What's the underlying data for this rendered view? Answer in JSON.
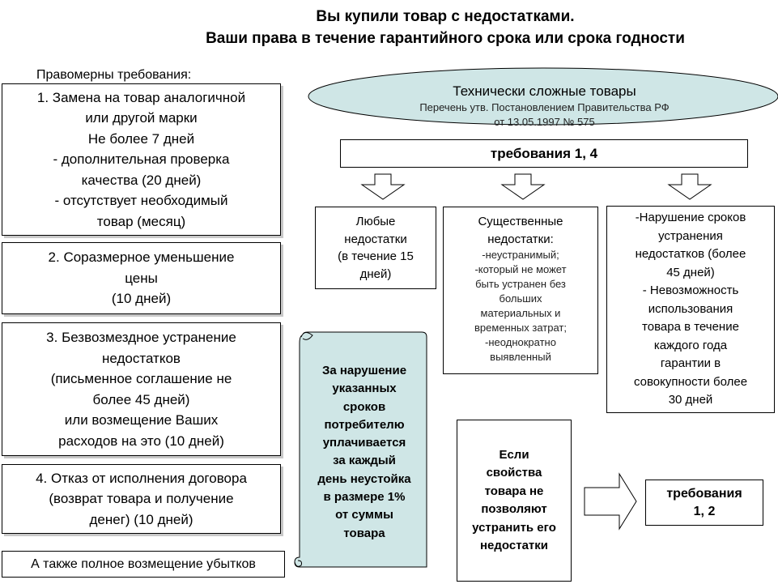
{
  "title": {
    "line1": "Вы купили товар с недостатками.",
    "line2": "Ваши права в течение гарантийного срока или срока годности"
  },
  "left": {
    "header": "Правомерны требования:",
    "items": [
      [
        "1. Замена на товар аналогичной",
        "или другой марки",
        "Не более 7 дней",
        "- дополнительная проверка",
        "качества (20 дней)",
        "- отсутствует необходимый",
        "товар (месяц)"
      ],
      [
        "2. Соразмерное уменьшение",
        "цены",
        "(10 дней)"
      ],
      [
        "3. Безвозмездное устранение",
        "недостатков",
        "(письменное соглашение не",
        "более 45 дней)",
        "или возмещение Ваших",
        "расходов на это (10 дней)"
      ],
      [
        "4. Отказ от исполнения договора",
        "(возврат товара и получение",
        "денег) (10 дней)"
      ]
    ],
    "footer": "А также полное возмещение убытков"
  },
  "ellipse": {
    "title": "Технически сложные товары",
    "sub1": "Перечень утв. Постановлением Правительства РФ",
    "sub2": "от 13.05.1997 № 575"
  },
  "requirements_top": "требования 1, 4",
  "columns": {
    "any": [
      "Любые",
      "недостатки",
      "(в течение 15",
      "дней)"
    ],
    "significant_title": [
      "Существенные",
      "недостатки:"
    ],
    "significant_list": [
      "-неустранимый;",
      "-который не может",
      "быть устранен без",
      "больших",
      "материальных и",
      "временных затрат;",
      "-неоднократно",
      "выявленный"
    ],
    "violation": [
      "-Нарушение сроков",
      "устранения",
      "недостатков (более",
      "45 дней)",
      "- Невозможность",
      "использования",
      "товара в течение",
      "каждого года",
      "гарантии в",
      "совокупности более",
      "30 дней"
    ]
  },
  "scroll": [
    "За нарушение",
    "указанных",
    "сроков",
    "потребителю",
    "уплачивается",
    "за каждый",
    "день неустойка",
    "в размере 1%",
    "от суммы",
    "товара"
  ],
  "if_box": [
    "Если",
    "свойства",
    "товара не",
    "позволяют",
    "устранить его",
    "недостатки"
  ],
  "requirements_bottom": [
    "требования",
    "1, 2"
  ],
  "colors": {
    "ellipse_fill": "#cfe6e6",
    "scroll_fill": "#cfe6e6",
    "border": "#000000",
    "shadow": "#c8c8c8"
  }
}
